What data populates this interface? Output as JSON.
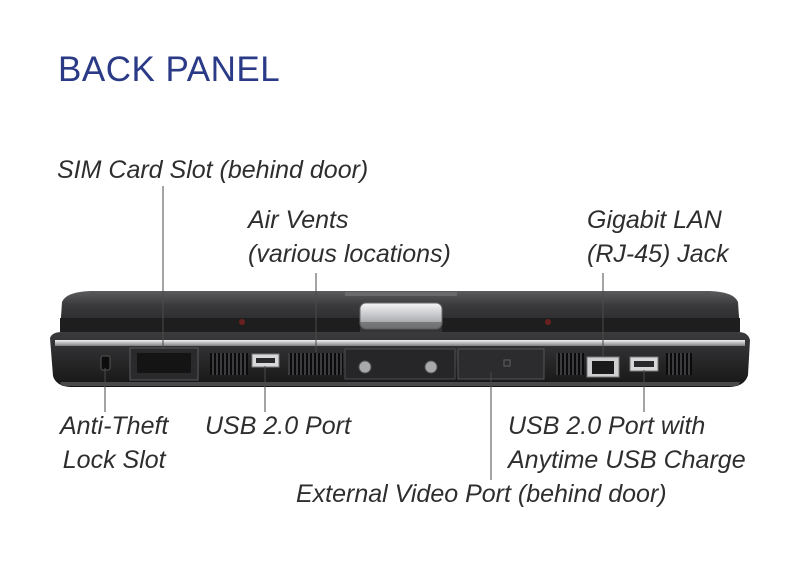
{
  "title": "BACK PANEL",
  "labels": {
    "sim_card": "SIM Card Slot (behind door)",
    "air_vents_1": "Air Vents",
    "air_vents_2": "(various locations)",
    "lan_1": "Gigabit LAN",
    "lan_2": "(RJ-45) Jack",
    "anti_theft_1": "Anti-Theft",
    "anti_theft_2": "Lock Slot",
    "usb_port": "USB 2.0 Port",
    "usb_charge_1": "USB 2.0 Port with",
    "usb_charge_2": "Anytime USB Charge",
    "video_port": "External Video Port (behind door)"
  },
  "colors": {
    "title": "#2b3a86",
    "label_text": "#2e2e2e",
    "lid_dark": "#2d2d2e",
    "base_dark": "#1c1c1d",
    "trim_silver": "#c9cacc"
  }
}
